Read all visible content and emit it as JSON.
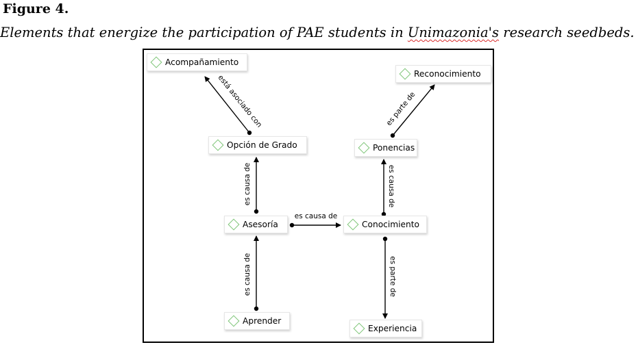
{
  "figure": {
    "label": "Figure 4.",
    "caption_before": "Elements that energize the participation of PAE students in ",
    "caption_marked": "Unimazonia's",
    "caption_after": " research seedbeds."
  },
  "nodes": {
    "acompanamiento": "Acompañamiento",
    "opcion_grado": "Opción de Grado",
    "asesoria": "Asesoría",
    "aprender": "Aprender",
    "reconocimiento": "Reconocimiento",
    "ponencias": "Ponencias",
    "conocimiento": "Conocimiento",
    "experiencia": "Experiencia"
  },
  "edges": {
    "asociado": "está asociado con",
    "causa_asesoria_opcion": "es causa de",
    "causa_aprender_asesoria": "es causa de",
    "causa_asesoria_conocimiento": "es causa de",
    "parte_ponencias_reconocimiento": "es parte de",
    "causa_conocimiento_ponencias": "es causa de",
    "parte_conocimiento_experiencia": "es parte de"
  },
  "colors": {
    "node_diamond": "#7cc576",
    "node_border": "#e6e6e6",
    "edge": "#000000",
    "spell_underline": "#d92a2a"
  }
}
